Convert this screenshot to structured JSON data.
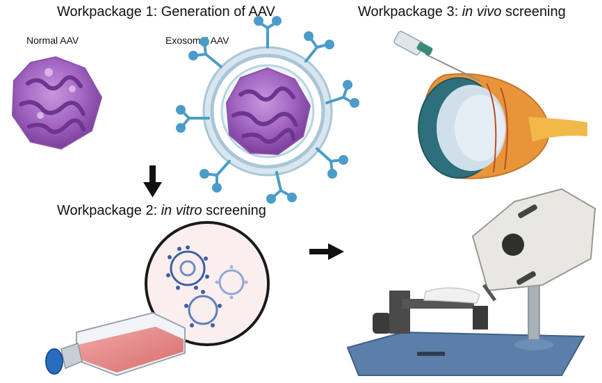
{
  "workpackages": [
    {
      "title_prefix": "Workpackage 1: ",
      "title_italic": "",
      "title_suffix": "Generation of AAV"
    },
    {
      "title_prefix": "Workpackage 2: ",
      "title_italic": "in vitro",
      "title_suffix": " screening"
    },
    {
      "title_prefix": "Workpackage 3: ",
      "title_italic": "in vivo",
      "title_suffix": " screening"
    }
  ],
  "labels": {
    "normal_aav": "Normal AAV",
    "exosomal_aav": "Exosomal AAV"
  },
  "colors": {
    "capsid_light": "#b77fd0",
    "capsid_dark": "#7a3f9a",
    "receptor_blue": "#4b9cc8",
    "membrane": "#a9c6d6",
    "flask_red": "#e07070",
    "cap_blue": "#2a6cc0",
    "eye_orange": "#e8953a",
    "platform_blue": "#5b7fa8"
  }
}
